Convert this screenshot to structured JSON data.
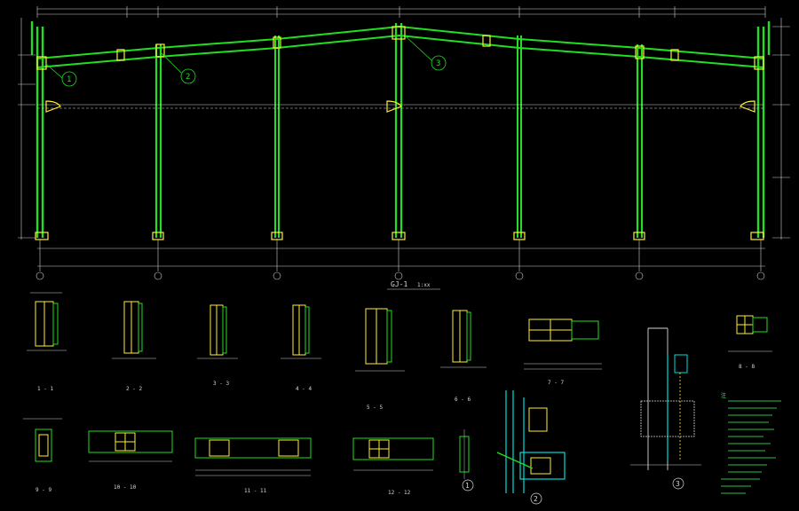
{
  "drawing": {
    "colors": {
      "background": "#000000",
      "member": "#22dd22",
      "dimension": "#d8d8d8",
      "detail": "#ffee33",
      "highlight": "#00dddd",
      "note_text": "#33ff66"
    },
    "elevation_title": "GJ-1",
    "elevation_scale": "1:xx",
    "callouts": [
      {
        "id": "c1",
        "label": "1"
      },
      {
        "id": "c2",
        "label": "2"
      },
      {
        "id": "c3",
        "label": "3"
      }
    ],
    "section_labels": [
      {
        "id": "s11",
        "label": "1 - 1"
      },
      {
        "id": "s22",
        "label": "2 - 2"
      },
      {
        "id": "s33",
        "label": "3 - 3"
      },
      {
        "id": "s44",
        "label": "4 - 4"
      },
      {
        "id": "s55",
        "label": "5 - 5"
      },
      {
        "id": "s66",
        "label": "6 - 6"
      },
      {
        "id": "s77",
        "label": "7 - 7"
      },
      {
        "id": "s88",
        "label": "8 - 8"
      },
      {
        "id": "s99",
        "label": "9 - 9"
      },
      {
        "id": "s1010",
        "label": "10 - 10"
      },
      {
        "id": "s1111",
        "label": "11 - 11"
      },
      {
        "id": "s1212",
        "label": "12 - 12"
      }
    ],
    "detail_markers": [
      {
        "id": "d1",
        "label": "1"
      },
      {
        "id": "d2",
        "label": "2"
      },
      {
        "id": "d3",
        "label": "3"
      }
    ],
    "notes_title": "注"
  }
}
